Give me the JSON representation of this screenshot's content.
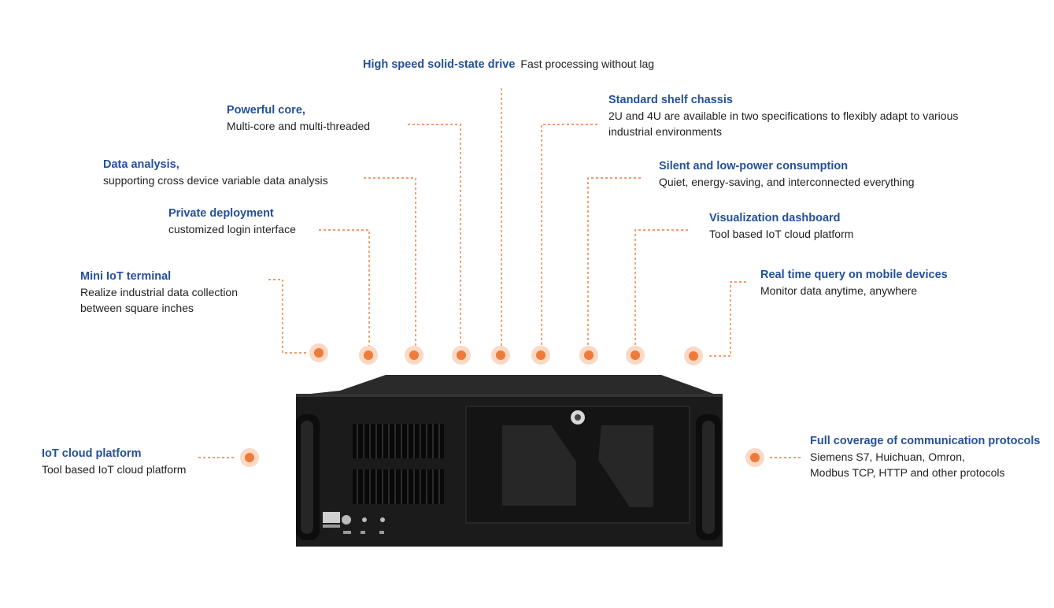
{
  "features": {
    "ssd": {
      "title": "High speed solid-state drive",
      "desc": "Fast processing without lag"
    },
    "core": {
      "title": "Powerful core,",
      "desc": "Multi-core and multi-threaded"
    },
    "analysis": {
      "title": "Data analysis,",
      "desc": "supporting cross device variable data analysis"
    },
    "private": {
      "title": "Private deployment",
      "desc": "customized login interface"
    },
    "mini": {
      "title": "Mini IoT terminal",
      "desc1": "Realize industrial data collection",
      "desc2": "between square inches"
    },
    "chassis": {
      "title": "Standard shelf chassis",
      "desc1": "2U and 4U are available in two specifications to flexibly adapt to various",
      "desc2": "industrial environments"
    },
    "silent": {
      "title": "Silent and low-power consumption",
      "desc": "Quiet, energy-saving, and interconnected everything"
    },
    "dashboard": {
      "title": "Visualization dashboard",
      "desc": "Tool based IoT cloud platform"
    },
    "mobile": {
      "title": "Real time query on mobile devices",
      "desc": "Monitor data anytime, anywhere"
    },
    "cloud": {
      "title": "IoT cloud platform",
      "desc": "Tool based IoT cloud platform"
    },
    "protocols": {
      "title": "Full coverage of communication protocols",
      "desc1": "Siemens S7, Huichuan, Omron,",
      "desc2": "Modbus TCP, HTTP and other protocols"
    }
  },
  "colors": {
    "title": "#24509a",
    "accent": "#f07a3a",
    "accent_halo": "#fbd9c4",
    "chassis": "#1b1b1b"
  },
  "icons": [
    "industrial-server-chassis-image",
    "callout-dot-icon"
  ]
}
